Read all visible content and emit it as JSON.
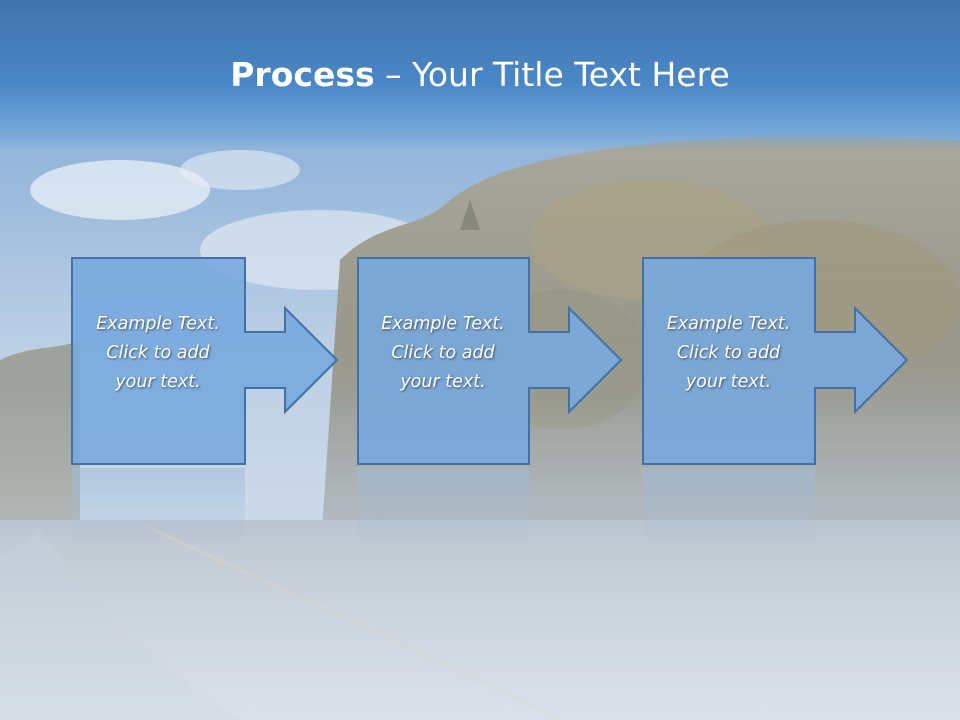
{
  "slide": {
    "title_bold": "Process",
    "title_sep": " – ",
    "title_rest": "Your Title Text Here"
  },
  "colors": {
    "title_band": "#4a86c6",
    "box_fill": "#78a9dd",
    "box_stroke": "#3f6ea5",
    "text": "#ffffff"
  },
  "steps": [
    {
      "text": "Example Text.\nClick  to add\nyour text."
    },
    {
      "text": "Example Text.\nClick  to add\nyour text."
    },
    {
      "text": "Example Text.\nClick  to add\nyour text."
    }
  ]
}
